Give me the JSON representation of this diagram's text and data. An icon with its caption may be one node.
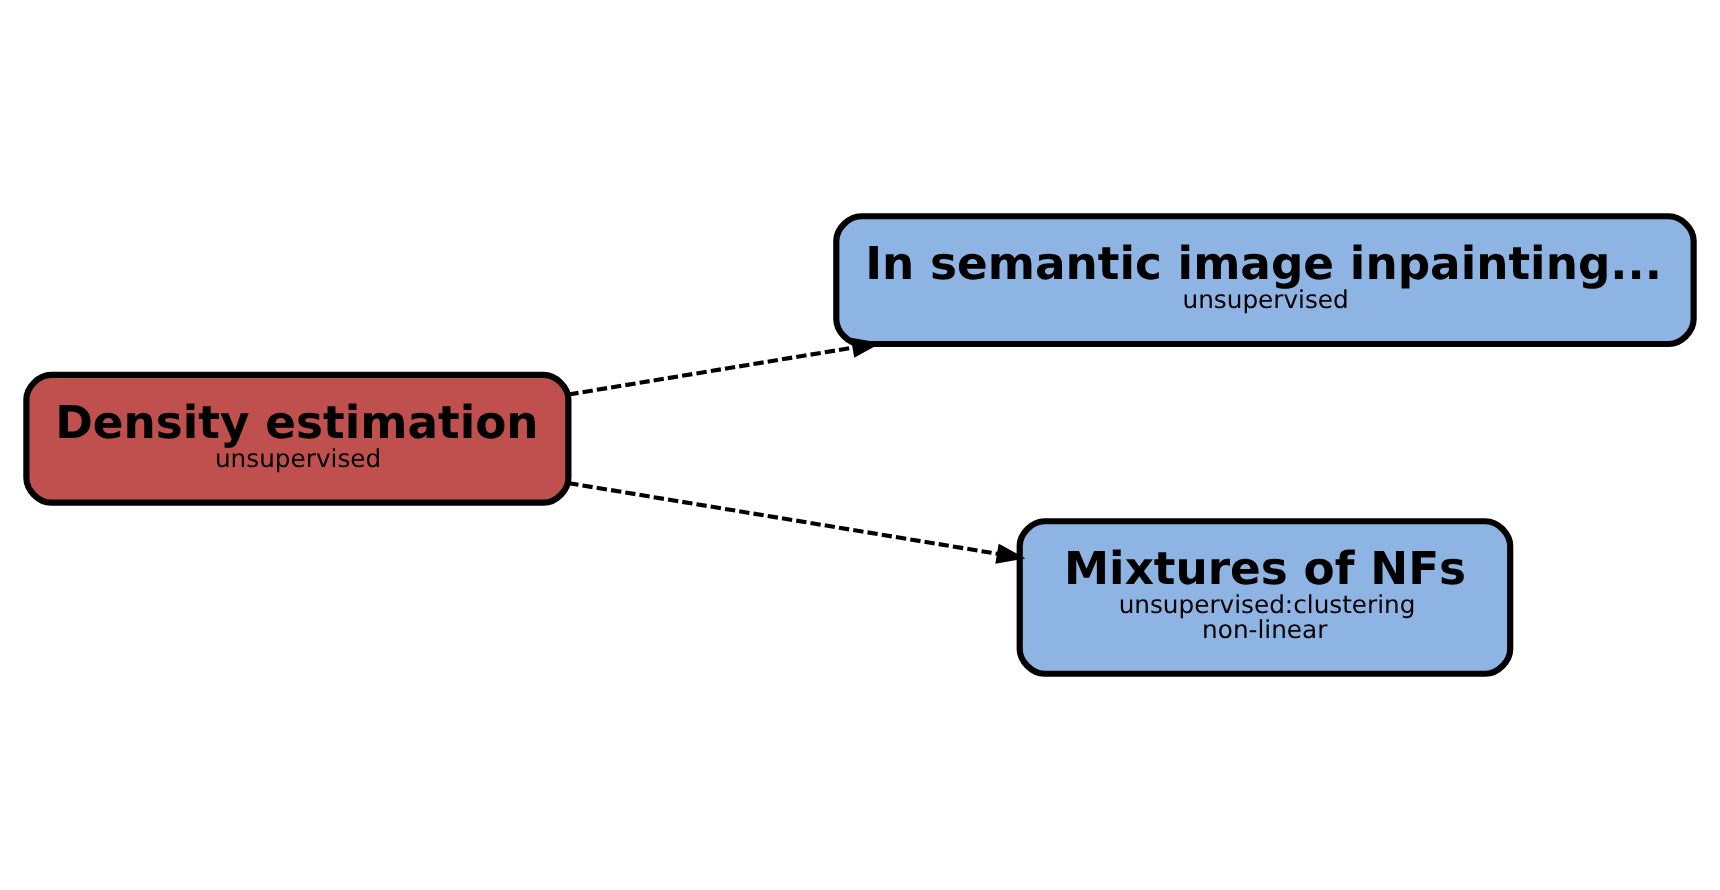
{
  "diagram": {
    "nodes": [
      {
        "text": [
          "Density estimation",
          "unsupervised"
        ]
      },
      {
        "text": [
          "In semantic image inpainting...",
          "unsupervised"
        ]
      },
      {
        "text": [
          "Mixtures of NFs",
          "unsupervised:clustering",
          "non-linear"
        ]
      }
    ],
    "edges": [
      {
        "from": 0,
        "to": 1,
        "arrow": "to",
        "style": "dashed"
      },
      {
        "from": 0,
        "to": 2,
        "arrow": "to",
        "style": "dashed"
      }
    ]
  }
}
